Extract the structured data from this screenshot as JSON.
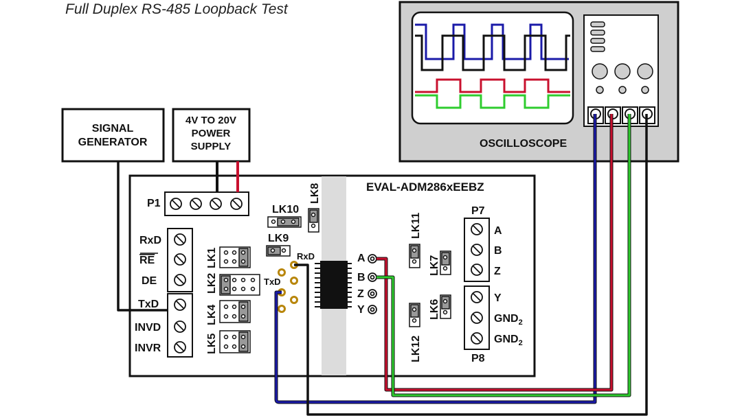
{
  "title": "Full Duplex RS-485 Loopback Test",
  "signal_generator": {
    "line1": "SIGNAL",
    "line2": "GENERATOR"
  },
  "power_supply": {
    "line1": "4V TO 20V",
    "line2": "POWER",
    "line3": "SUPPLY"
  },
  "oscilloscope": {
    "label": "OSCILLOSCOPE"
  },
  "board": {
    "name": "EVAL-ADM286xEEBZ",
    "p1": "P1",
    "left_pins": [
      "RxD",
      "RE",
      "DE",
      "TxD",
      "INVD",
      "INVR"
    ],
    "links": {
      "lk1": "LK1",
      "lk2": "LK2",
      "lk4": "LK4",
      "lk5": "LK5",
      "lk8": "LK8",
      "lk9": "LK9",
      "lk10": "LK10",
      "lk11": "LK11",
      "lk7": "LK7",
      "lk6": "LK6",
      "lk12": "LK12"
    },
    "rxd": "RxD",
    "txd": "TxD",
    "bus_pins": [
      "A",
      "B",
      "Z",
      "Y"
    ],
    "p7": {
      "label": "P7",
      "pins": [
        "A",
        "B",
        "Z"
      ]
    },
    "p8": {
      "label": "P8",
      "pins": [
        "Y",
        "GND",
        "GND"
      ],
      "subscript": "2"
    }
  },
  "colors": {
    "blue": "#1a1aa8",
    "black": "#111111",
    "red": "#c8102e",
    "green": "#2ecc2e",
    "scope_body": "#cfcfcf",
    "strip": "#dcdcdc"
  }
}
